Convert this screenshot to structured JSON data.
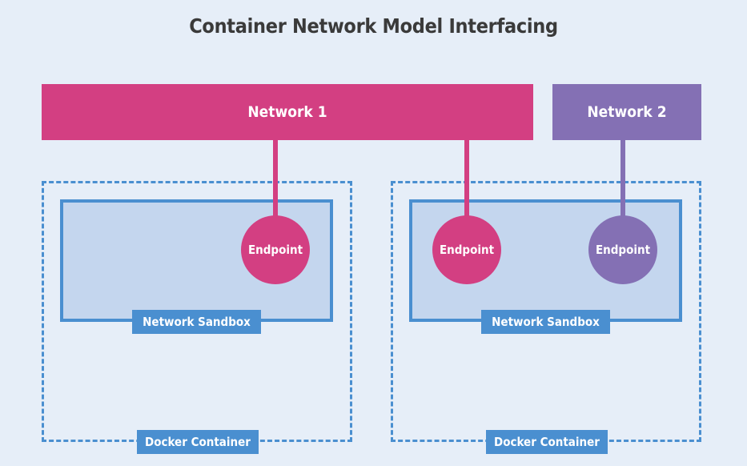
{
  "title": "Container Network Model Interfacing",
  "networks": [
    {
      "label": "Network 1",
      "color": "#d33f82"
    },
    {
      "label": "Network 2",
      "color": "#8470b4"
    }
  ],
  "containers": [
    {
      "label": "Docker Container",
      "sandbox_label": "Network Sandbox",
      "endpoints": [
        {
          "label": "Endpoint",
          "network": "Network 1"
        }
      ]
    },
    {
      "label": "Docker Container",
      "sandbox_label": "Network Sandbox",
      "endpoints": [
        {
          "label": "Endpoint",
          "network": "Network 1"
        },
        {
          "label": "Endpoint",
          "network": "Network 2"
        }
      ]
    }
  ],
  "colors": {
    "background": "#e6eef8",
    "container_blue": "#4a8fd0",
    "sandbox_fill": "#c4d6ee"
  }
}
